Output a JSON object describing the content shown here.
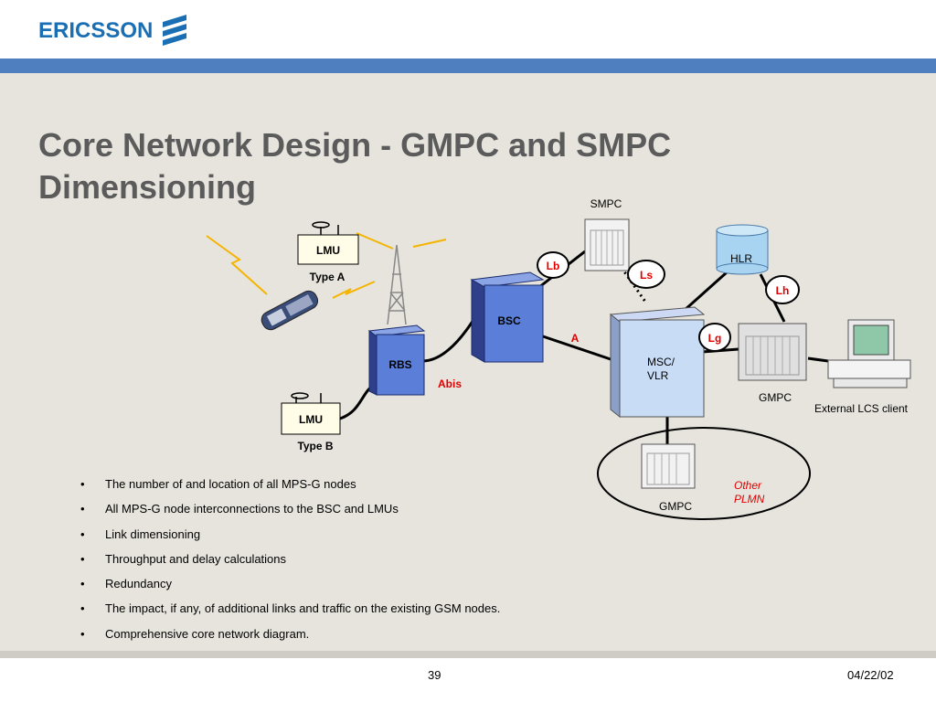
{
  "header": {
    "logo_text": "ERICSSON"
  },
  "title": {
    "line1": "Core Network Design - GMPC and SMPC",
    "line2": "Dimensioning"
  },
  "diagram": {
    "nodes": {
      "smpc": "SMPC",
      "hlr": "HLR",
      "lmu_a": "LMU",
      "type_a": "Type A",
      "lmu_b": "LMU",
      "type_b": "Type B",
      "bsc": "BSC",
      "rbs": "RBS",
      "msc_line1": "MSC/",
      "msc_line2": "VLR",
      "gmpc": "GMPC",
      "gmpc_other": "GMPC",
      "external_client": "External LCS client",
      "other_plmn_line1": "Other",
      "other_plmn_line2": "PLMN"
    },
    "interfaces": {
      "lb": "Lb",
      "ls": "Ls",
      "lh": "Lh",
      "lg": "Lg",
      "a": "A",
      "abis": "Abis"
    },
    "colors": {
      "interface_red": "#e00000",
      "node_blue": "#5b7fd8",
      "brand_blue": "#1a6fb4"
    }
  },
  "bullets": [
    "The number of and location of all MPS-G nodes",
    "All MPS-G node interconnections to the BSC and LMUs",
    "Link dimensioning",
    "Throughput and delay calculations",
    "Redundancy",
    "The impact, if any, of additional links and traffic on the existing GSM nodes.",
    "Comprehensive core network diagram."
  ],
  "bullet_char": "•",
  "footer": {
    "page": "39",
    "date": "04/22/02"
  }
}
